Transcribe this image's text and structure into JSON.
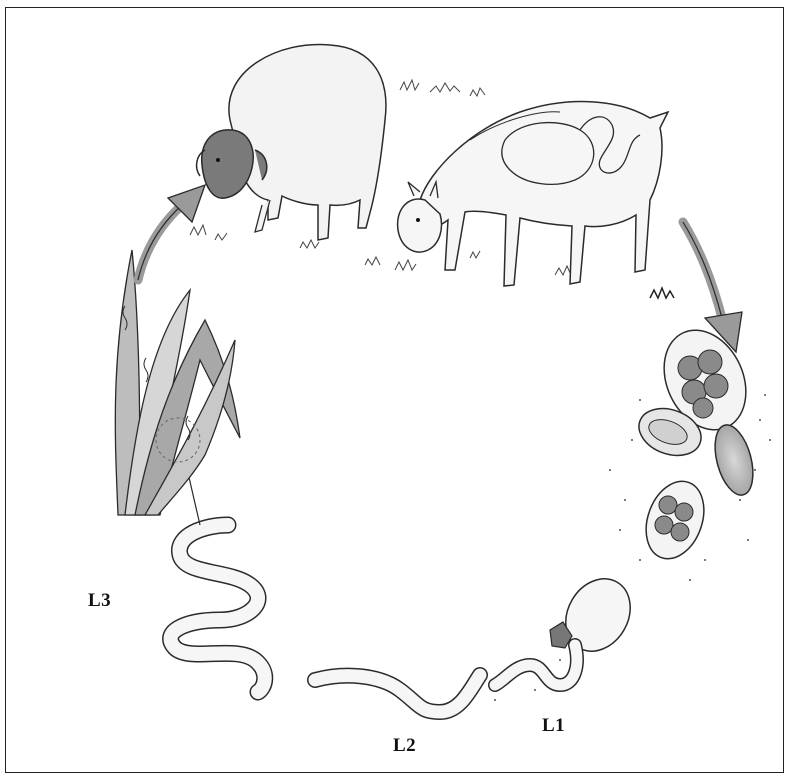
{
  "labels": {
    "l3": "L3",
    "l2": "L2",
    "l1": "L1"
  },
  "colors": {
    "line": "#2b2b2b",
    "light_fill": "#f2f2f2",
    "mid_fill": "#cfcfcf",
    "dark_fill": "#6e6e6e",
    "egg_cell": "#8a8a8a"
  },
  "icons": [
    "sheep-icon",
    "goat-icon",
    "grass-icon",
    "egg-icon",
    "larva-icon",
    "arrow-icon"
  ]
}
